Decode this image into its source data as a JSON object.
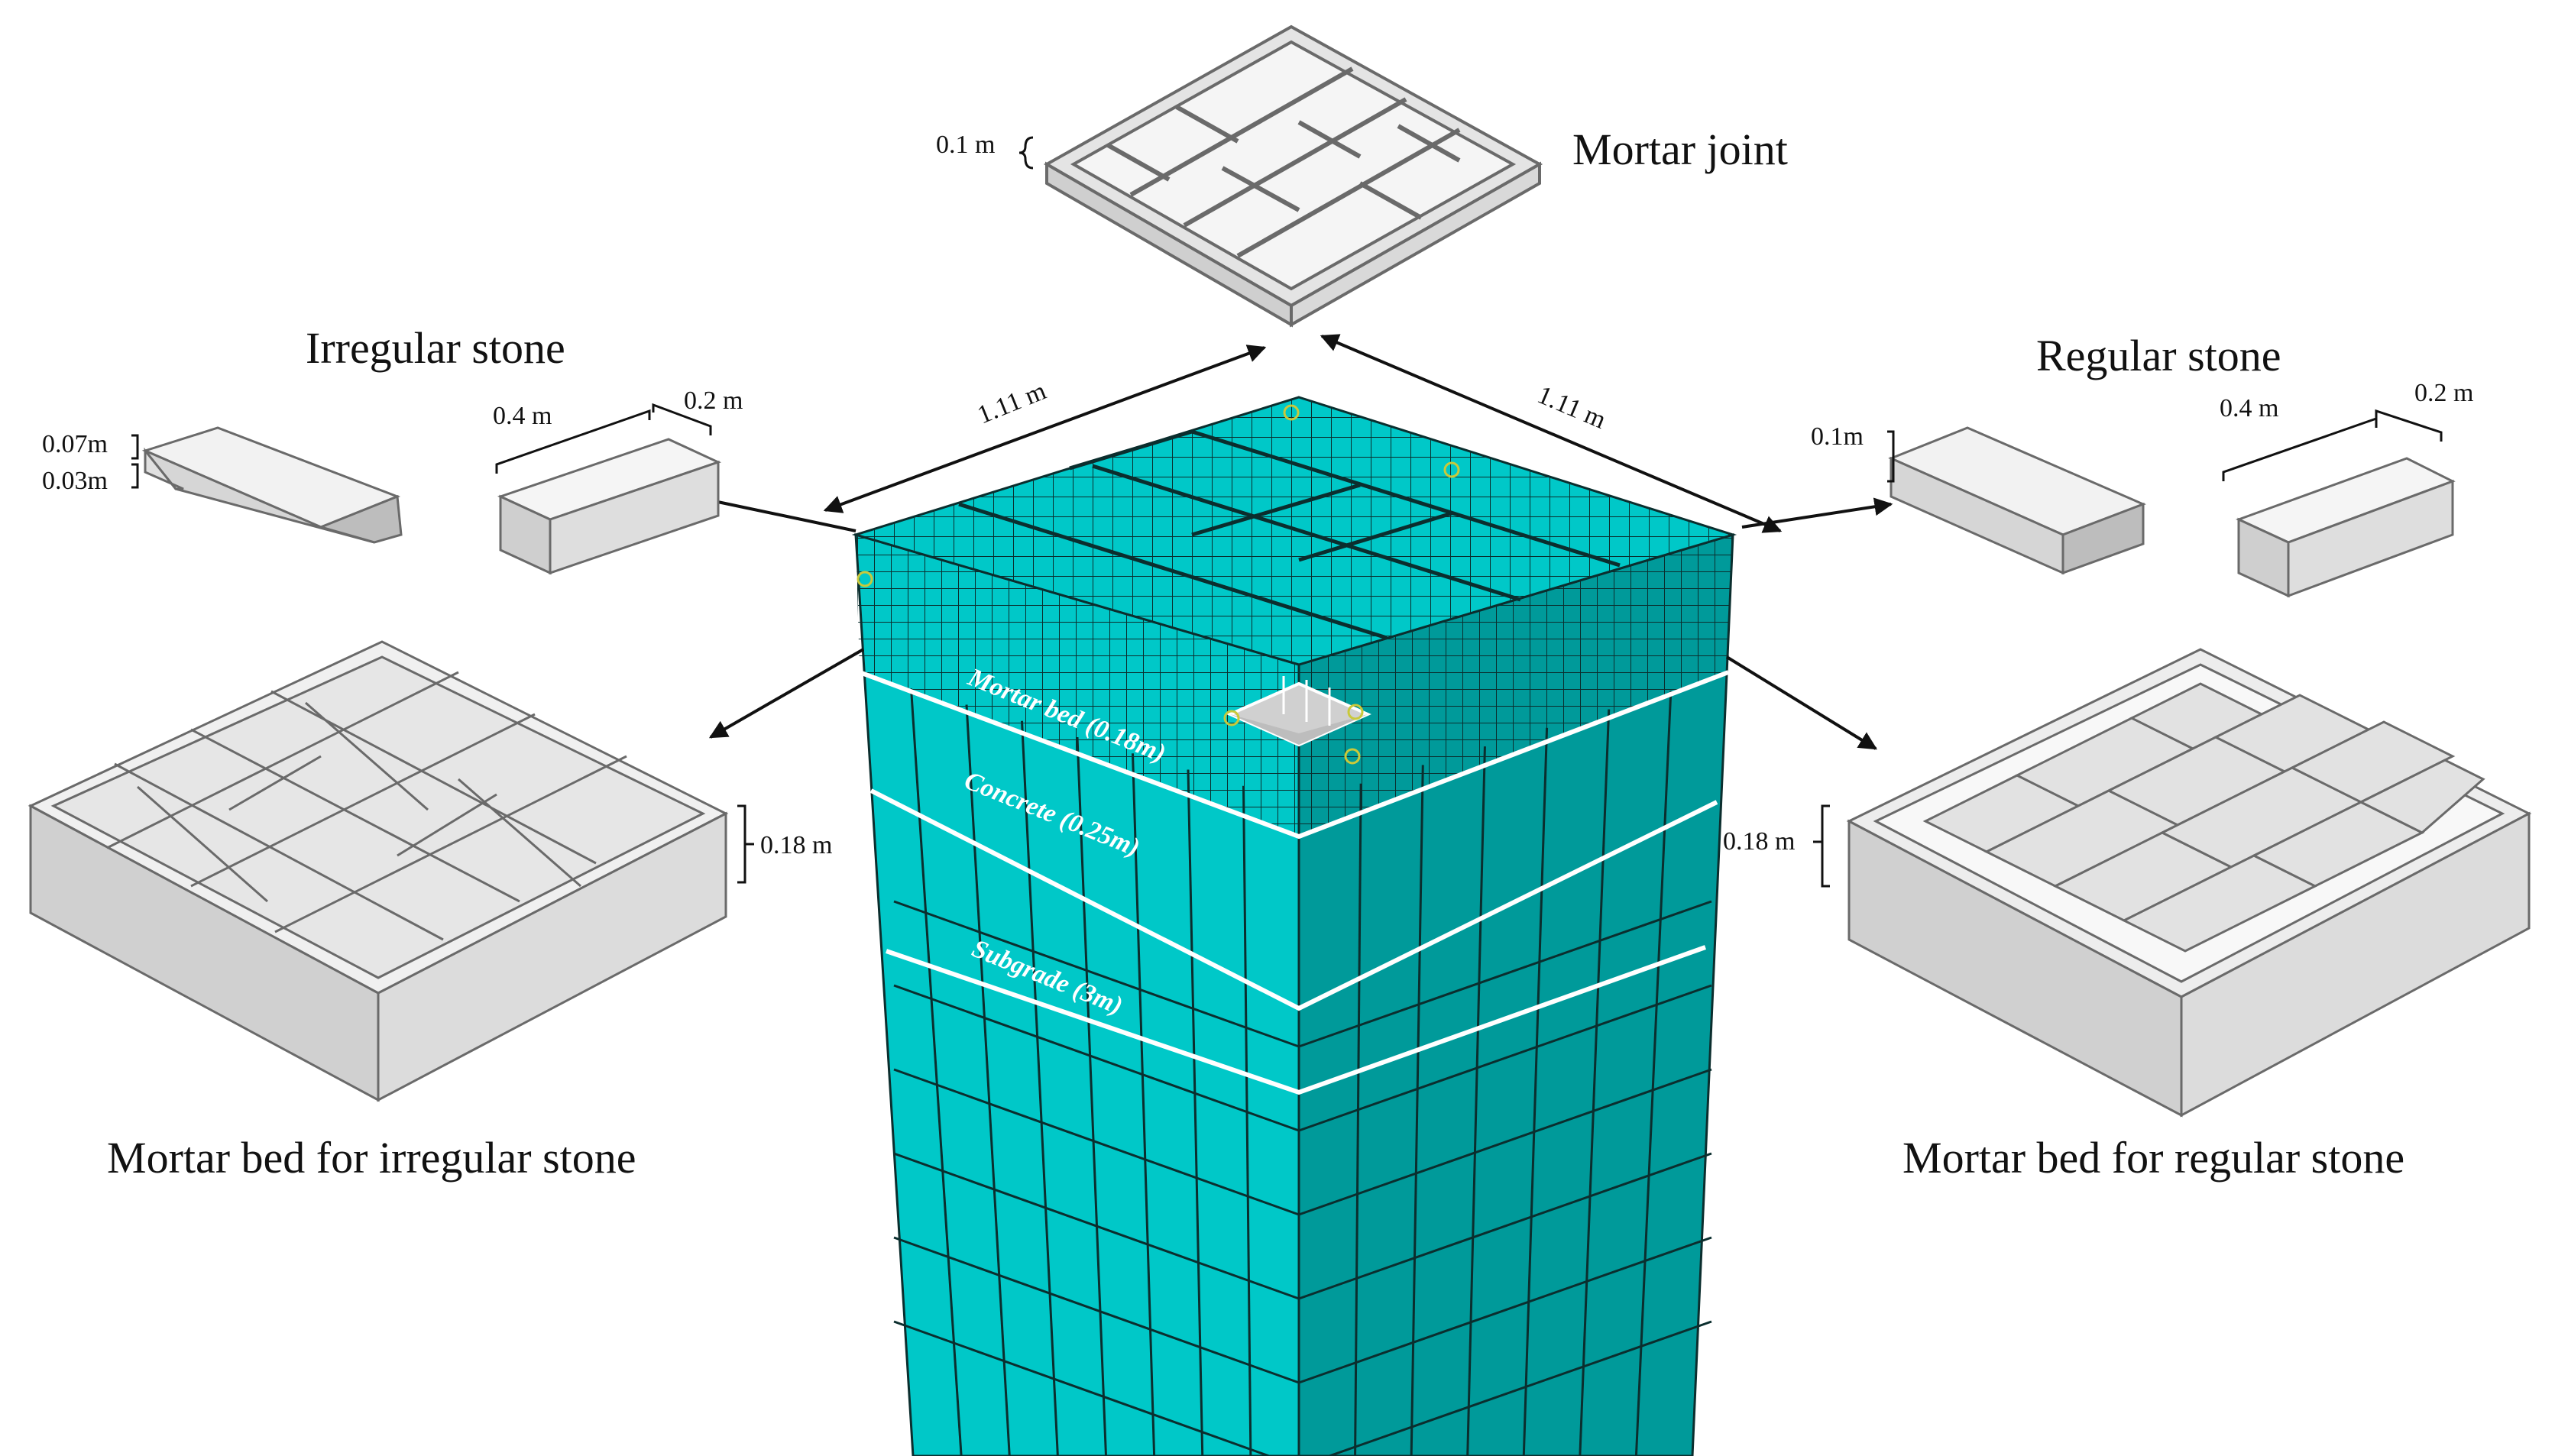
{
  "labels": {
    "mortar_joint": "Mortar joint",
    "irregular_stone": "Irregular stone",
    "regular_stone": "Regular stone",
    "mortar_bed_irregular": "Mortar bed for irregular stone",
    "mortar_bed_regular": "Mortar bed for regular stone"
  },
  "dimensions": {
    "joint_thickness": "0.1 m",
    "block_length": "1.11 m",
    "irregular_top": "0.07m",
    "irregular_bottom": "0.03m",
    "stone_length": "0.4 m",
    "stone_width": "0.2 m",
    "regular_thickness": "0.1m",
    "bed_thickness": "0.18 m"
  },
  "layers": {
    "mortar_bed": "Mortar bed (0.18m)",
    "concrete": "Concrete (0.25m)",
    "subgrade": "Subgrade (3m)"
  },
  "colors": {
    "mesh": "#00c8c8",
    "mesh_dark": "#009a9a",
    "mesh_line": "#0b2e2e",
    "part": "#e8e8e8",
    "part_shadow": "#c8c8c8",
    "part_line": "#6a6a6a"
  }
}
